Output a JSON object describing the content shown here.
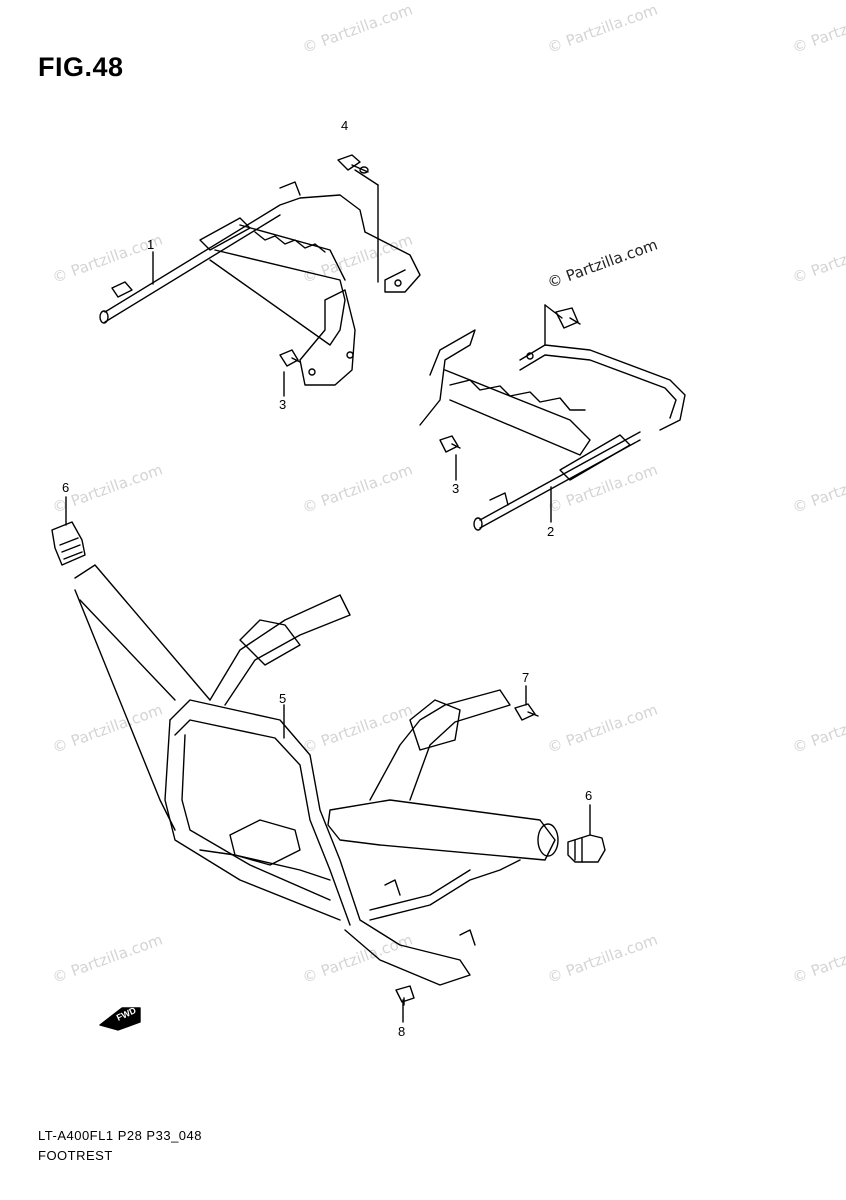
{
  "figure": {
    "title": "FIG.48"
  },
  "callouts": [
    {
      "id": "c4",
      "label": "4"
    },
    {
      "id": "c1",
      "label": "1"
    },
    {
      "id": "c3a",
      "label": "3"
    },
    {
      "id": "c3b",
      "label": "3"
    },
    {
      "id": "c2",
      "label": "2"
    },
    {
      "id": "c6a",
      "label": "6"
    },
    {
      "id": "c5",
      "label": "5"
    },
    {
      "id": "c7",
      "label": "7"
    },
    {
      "id": "c6b",
      "label": "6"
    },
    {
      "id": "c8",
      "label": "8"
    }
  ],
  "watermark": {
    "text": "© Partzilla.com"
  },
  "fwd_label": "FWD",
  "footer": {
    "model_code": "LT-A400FL1 P28 P33_048",
    "section_name": "FOOTREST"
  }
}
